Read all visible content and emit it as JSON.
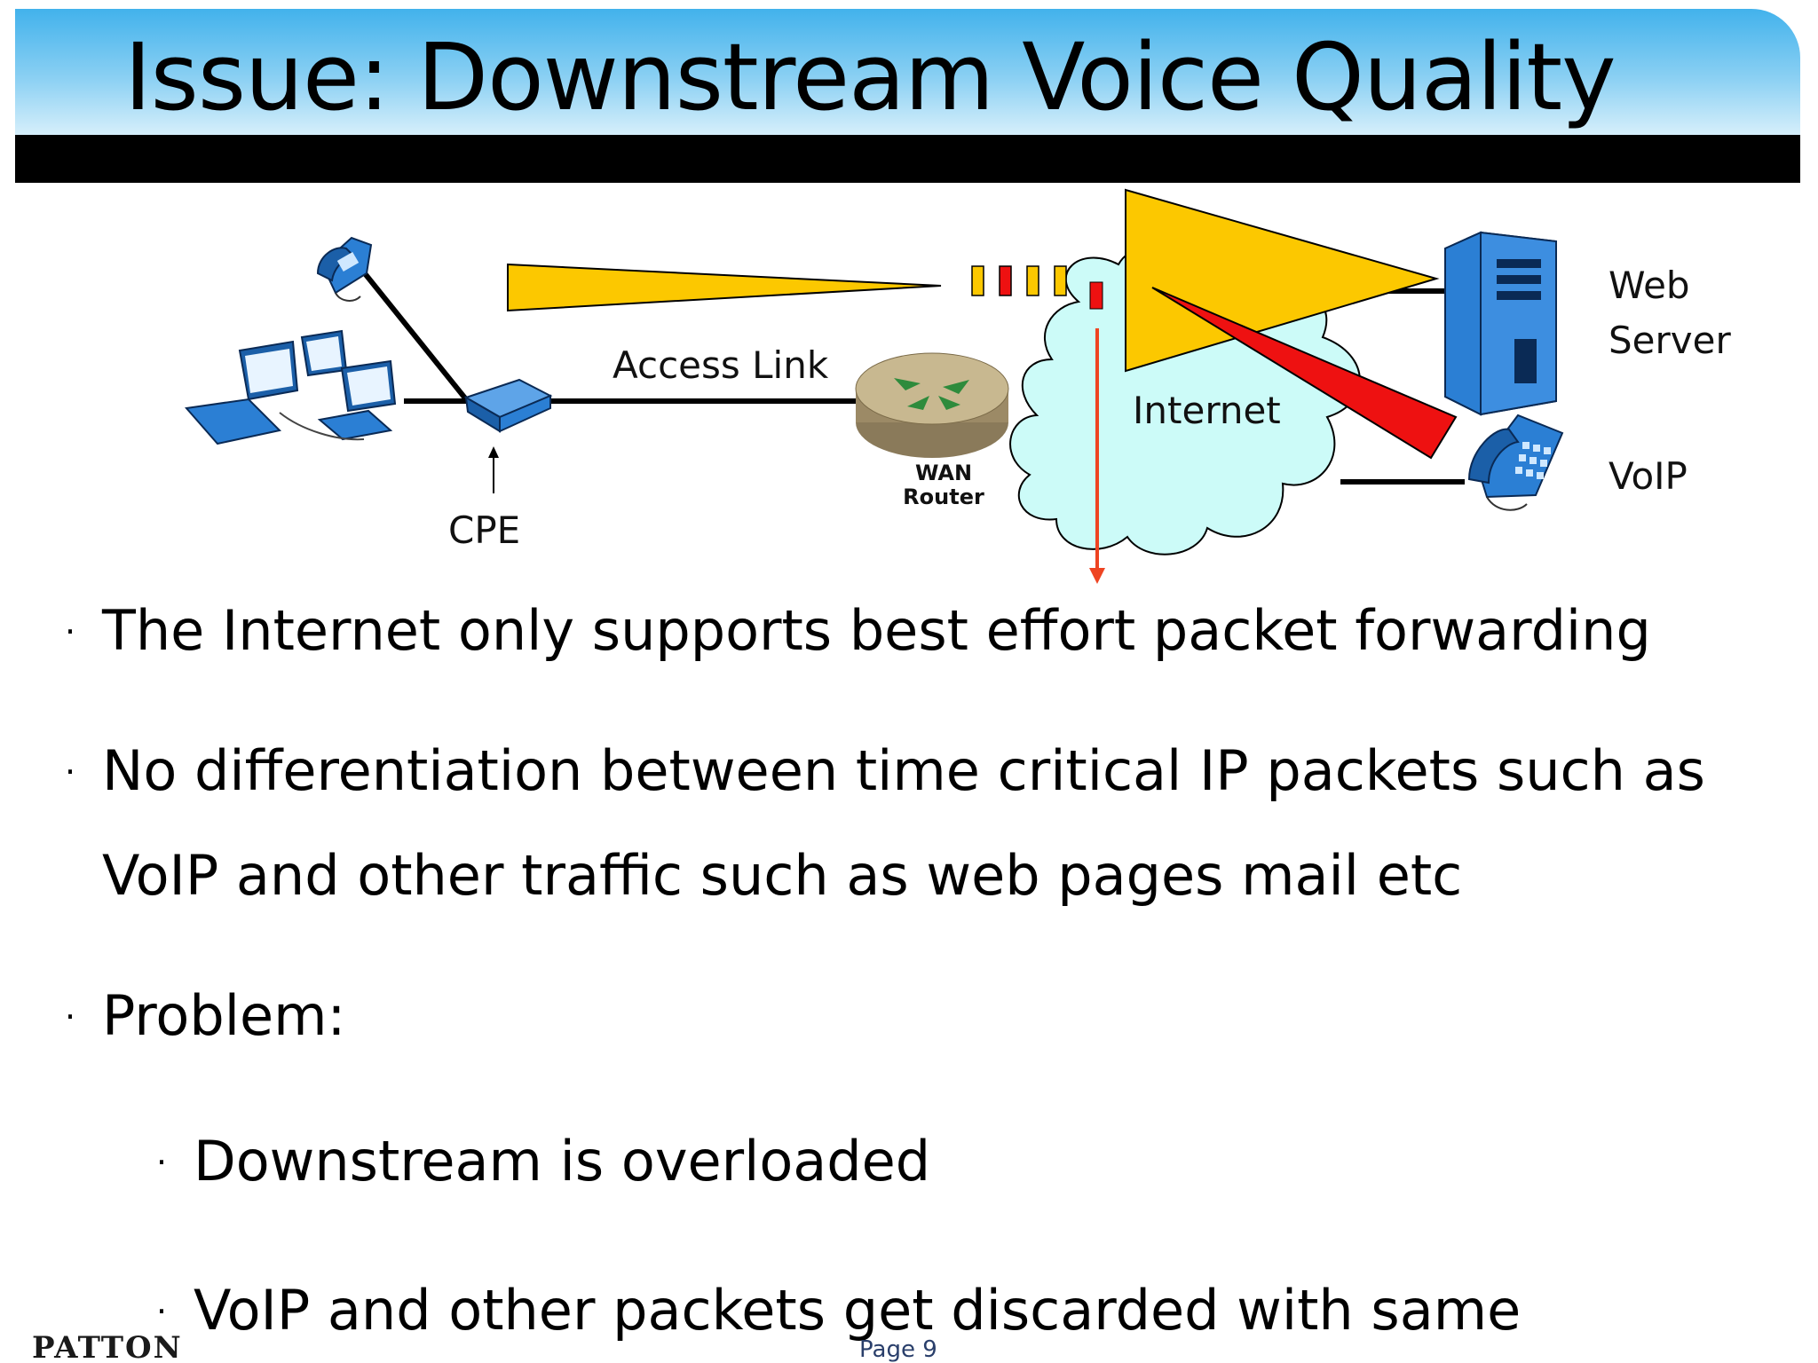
{
  "slide": {
    "title": "Issue: Downstream Voice Quality",
    "page_number": "Page 9",
    "logo": "PATTON"
  },
  "diagram": {
    "labels": {
      "access_link": "Access Link",
      "cpe": "CPE",
      "internet": "Internet",
      "web_server_line1": "Web",
      "web_server_line2": "Server",
      "voip": "VoIP",
      "wan_router_line1": "WAN",
      "wan_router_line2": "Router"
    },
    "colors": {
      "traffic_yellow": "#fcc800",
      "voip_red": "#ee1111",
      "cloud_fill": "#ccfbf8",
      "arrow_orange": "#ee4422",
      "device_blue": "#2b7fd4"
    },
    "icons": [
      "phone-icon",
      "laptop-icon",
      "modem-icon",
      "router-icon",
      "cloud-icon",
      "server-icon"
    ]
  },
  "bullets": [
    {
      "text": "The Internet only supports best effort packet forwarding",
      "level": 1
    },
    {
      "text": "No differentiation between time critical IP packets such as",
      "level": 1
    },
    {
      "text": "VoIP and other traffic such as web pages mail etc",
      "level": 1,
      "continuation": true
    },
    {
      "text": "Problem:",
      "level": 1
    },
    {
      "text": "Downstream is overloaded",
      "level": 2
    },
    {
      "text": "VoIP and other packets get discarded with same",
      "level": 2
    }
  ]
}
